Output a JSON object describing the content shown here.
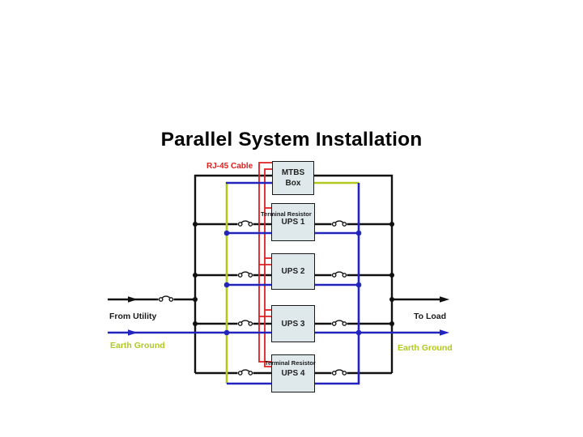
{
  "title": "Parallel System Installation",
  "labels": {
    "rj45": "RJ-45 Cable",
    "from_utility": "From Utility",
    "to_load": "To Load",
    "earth_ground_left": "Earth Ground",
    "earth_ground_right": "Earth Ground",
    "terminal_resistor_top": "Terminal Resistor",
    "terminal_resistor_bottom": "Terminal Resistor"
  },
  "boxes": {
    "mtbs": {
      "line1": "MTBS",
      "line2": "Box"
    },
    "ups1": {
      "label": "UPS 1"
    },
    "ups2": {
      "label": "UPS 2"
    },
    "ups3": {
      "label": "UPS 3"
    },
    "ups4": {
      "label": "UPS 4"
    }
  },
  "colors": {
    "wire_black": "#111111",
    "wire_red": "#dd2121",
    "wire_blue": "#2323bd",
    "wire_green": "#b2c81e",
    "box_fill": "#dfe9ec",
    "box_border": "#1a1a1a",
    "title_color": "#050505"
  }
}
